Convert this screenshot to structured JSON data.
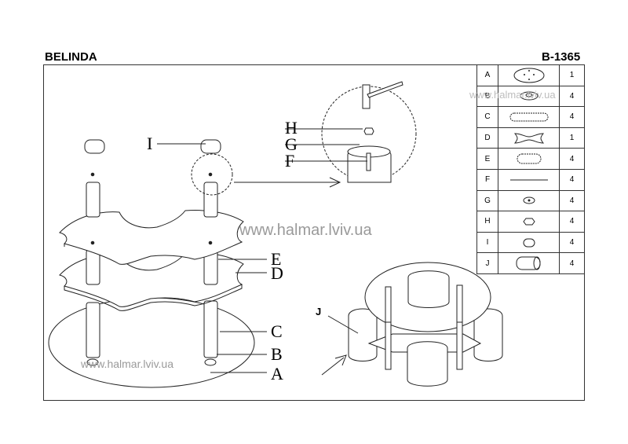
{
  "header": {
    "model_name": "BELINDA",
    "model_code": "B-1365"
  },
  "watermarks": {
    "center": "www.halmar.lviv.ua",
    "bottom": "www.halmar.lviv.ua",
    "table": "www.halmar.lviv.ua"
  },
  "callouts": {
    "I": "I",
    "H": "H",
    "G": "G",
    "F": "F",
    "E": "E",
    "D": "D",
    "C": "C",
    "B": "B",
    "A": "A",
    "J": "J"
  },
  "parts_list": [
    {
      "letter": "A",
      "qty": "1",
      "icon": "round-glass-top"
    },
    {
      "letter": "B",
      "qty": "4",
      "icon": "foot-disc"
    },
    {
      "letter": "C",
      "qty": "4",
      "icon": "tube-leg"
    },
    {
      "letter": "D",
      "qty": "1",
      "icon": "shaped-shelf"
    },
    {
      "letter": "E",
      "qty": "4",
      "icon": "short-tube"
    },
    {
      "letter": "F",
      "qty": "4",
      "icon": "threaded-rod"
    },
    {
      "letter": "G",
      "qty": "4",
      "icon": "washer"
    },
    {
      "letter": "H",
      "qty": "4",
      "icon": "nut"
    },
    {
      "letter": "I",
      "qty": "4",
      "icon": "end-cap"
    },
    {
      "letter": "J",
      "qty": "4",
      "icon": "stool-pouf"
    }
  ]
}
